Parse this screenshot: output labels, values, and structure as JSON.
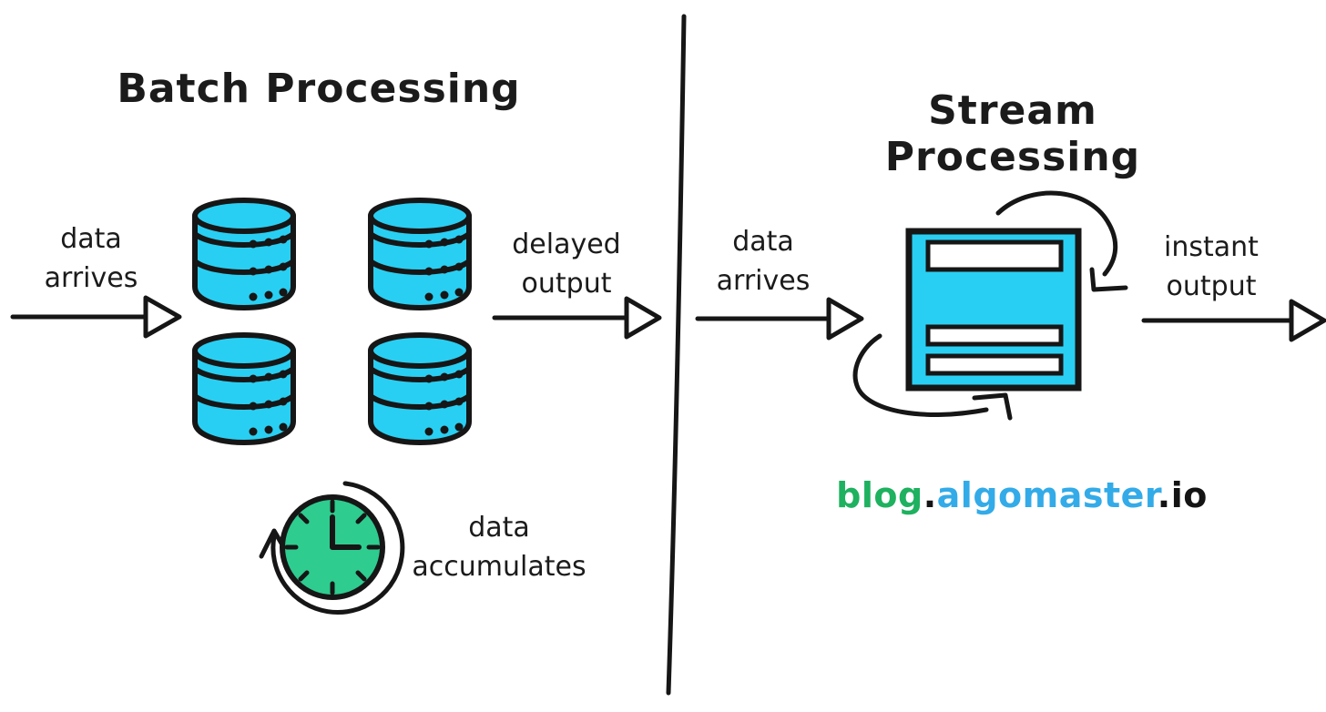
{
  "colors": {
    "cylinder_cyan": "#29cff2",
    "clock_green": "#2ecc8f",
    "brand_green": "#1eb15f",
    "brand_blue": "#33abe8",
    "ink": "#161616"
  },
  "batch": {
    "title": "Batch Processing",
    "input": {
      "line1": "data",
      "line2": "arrives"
    },
    "output": {
      "line1": "delayed",
      "line2": "output"
    },
    "note": {
      "line1": "data",
      "line2": "accumulates"
    }
  },
  "stream": {
    "title": "Stream Processing",
    "input": {
      "line1": "data",
      "line2": "arrives"
    },
    "output": {
      "line1": "instant",
      "line2": "output"
    }
  },
  "brand": {
    "blog": "blog",
    "dot1": ".",
    "domain": "algomaster",
    "dot2": ".",
    "tld": "io"
  }
}
